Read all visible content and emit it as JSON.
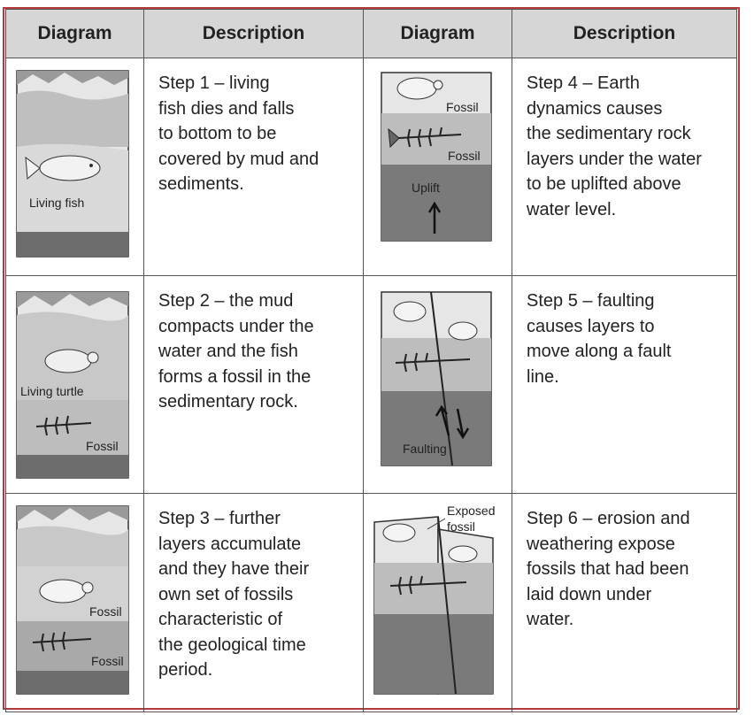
{
  "header": {
    "col1": "Diagram",
    "col2": "Description",
    "col3": "Diagram",
    "col4": "Description"
  },
  "steps": [
    {
      "desc": [
        "Step 1 – living",
        "fish dies and falls",
        "to bottom to be",
        "covered by mud and",
        "sediments."
      ],
      "labels": [
        "Living fish"
      ]
    },
    {
      "desc": [
        "Step 2 – the mud",
        "compacts under the",
        "water and the fish",
        "forms a fossil in the",
        "sedimentary rock."
      ],
      "labels": [
        "Living turtle",
        "Fossil"
      ]
    },
    {
      "desc": [
        "Step 3 – further",
        "layers accumulate",
        "and they have their",
        "own set of fossils",
        "characteristic of",
        "the geological time",
        "period."
      ],
      "labels": [
        "Fossil",
        "Fossil"
      ]
    },
    {
      "desc": [
        "Step 4 – Earth",
        "dynamics causes",
        "the sedimentary rock",
        "layers under the water",
        "to be uplifted above",
        "water level."
      ],
      "labels": [
        "Fossil",
        "Fossil",
        "Uplift"
      ]
    },
    {
      "desc": [
        "Step 5 – faulting",
        "causes layers to",
        "move along a fault",
        "line."
      ],
      "labels": [
        "Faulting"
      ]
    },
    {
      "desc": [
        "Step 6 – erosion and",
        "weathering expose",
        "fossils that had been",
        "laid down under",
        "water."
      ],
      "labels": [
        "Exposed",
        "fossil"
      ]
    }
  ],
  "colors": {
    "frame": "#b23a3a",
    "header_bg": "#d6d6d6",
    "water": "#d9d9d9",
    "rock_dark": "#7a7a7a",
    "gravel": "#555555"
  }
}
